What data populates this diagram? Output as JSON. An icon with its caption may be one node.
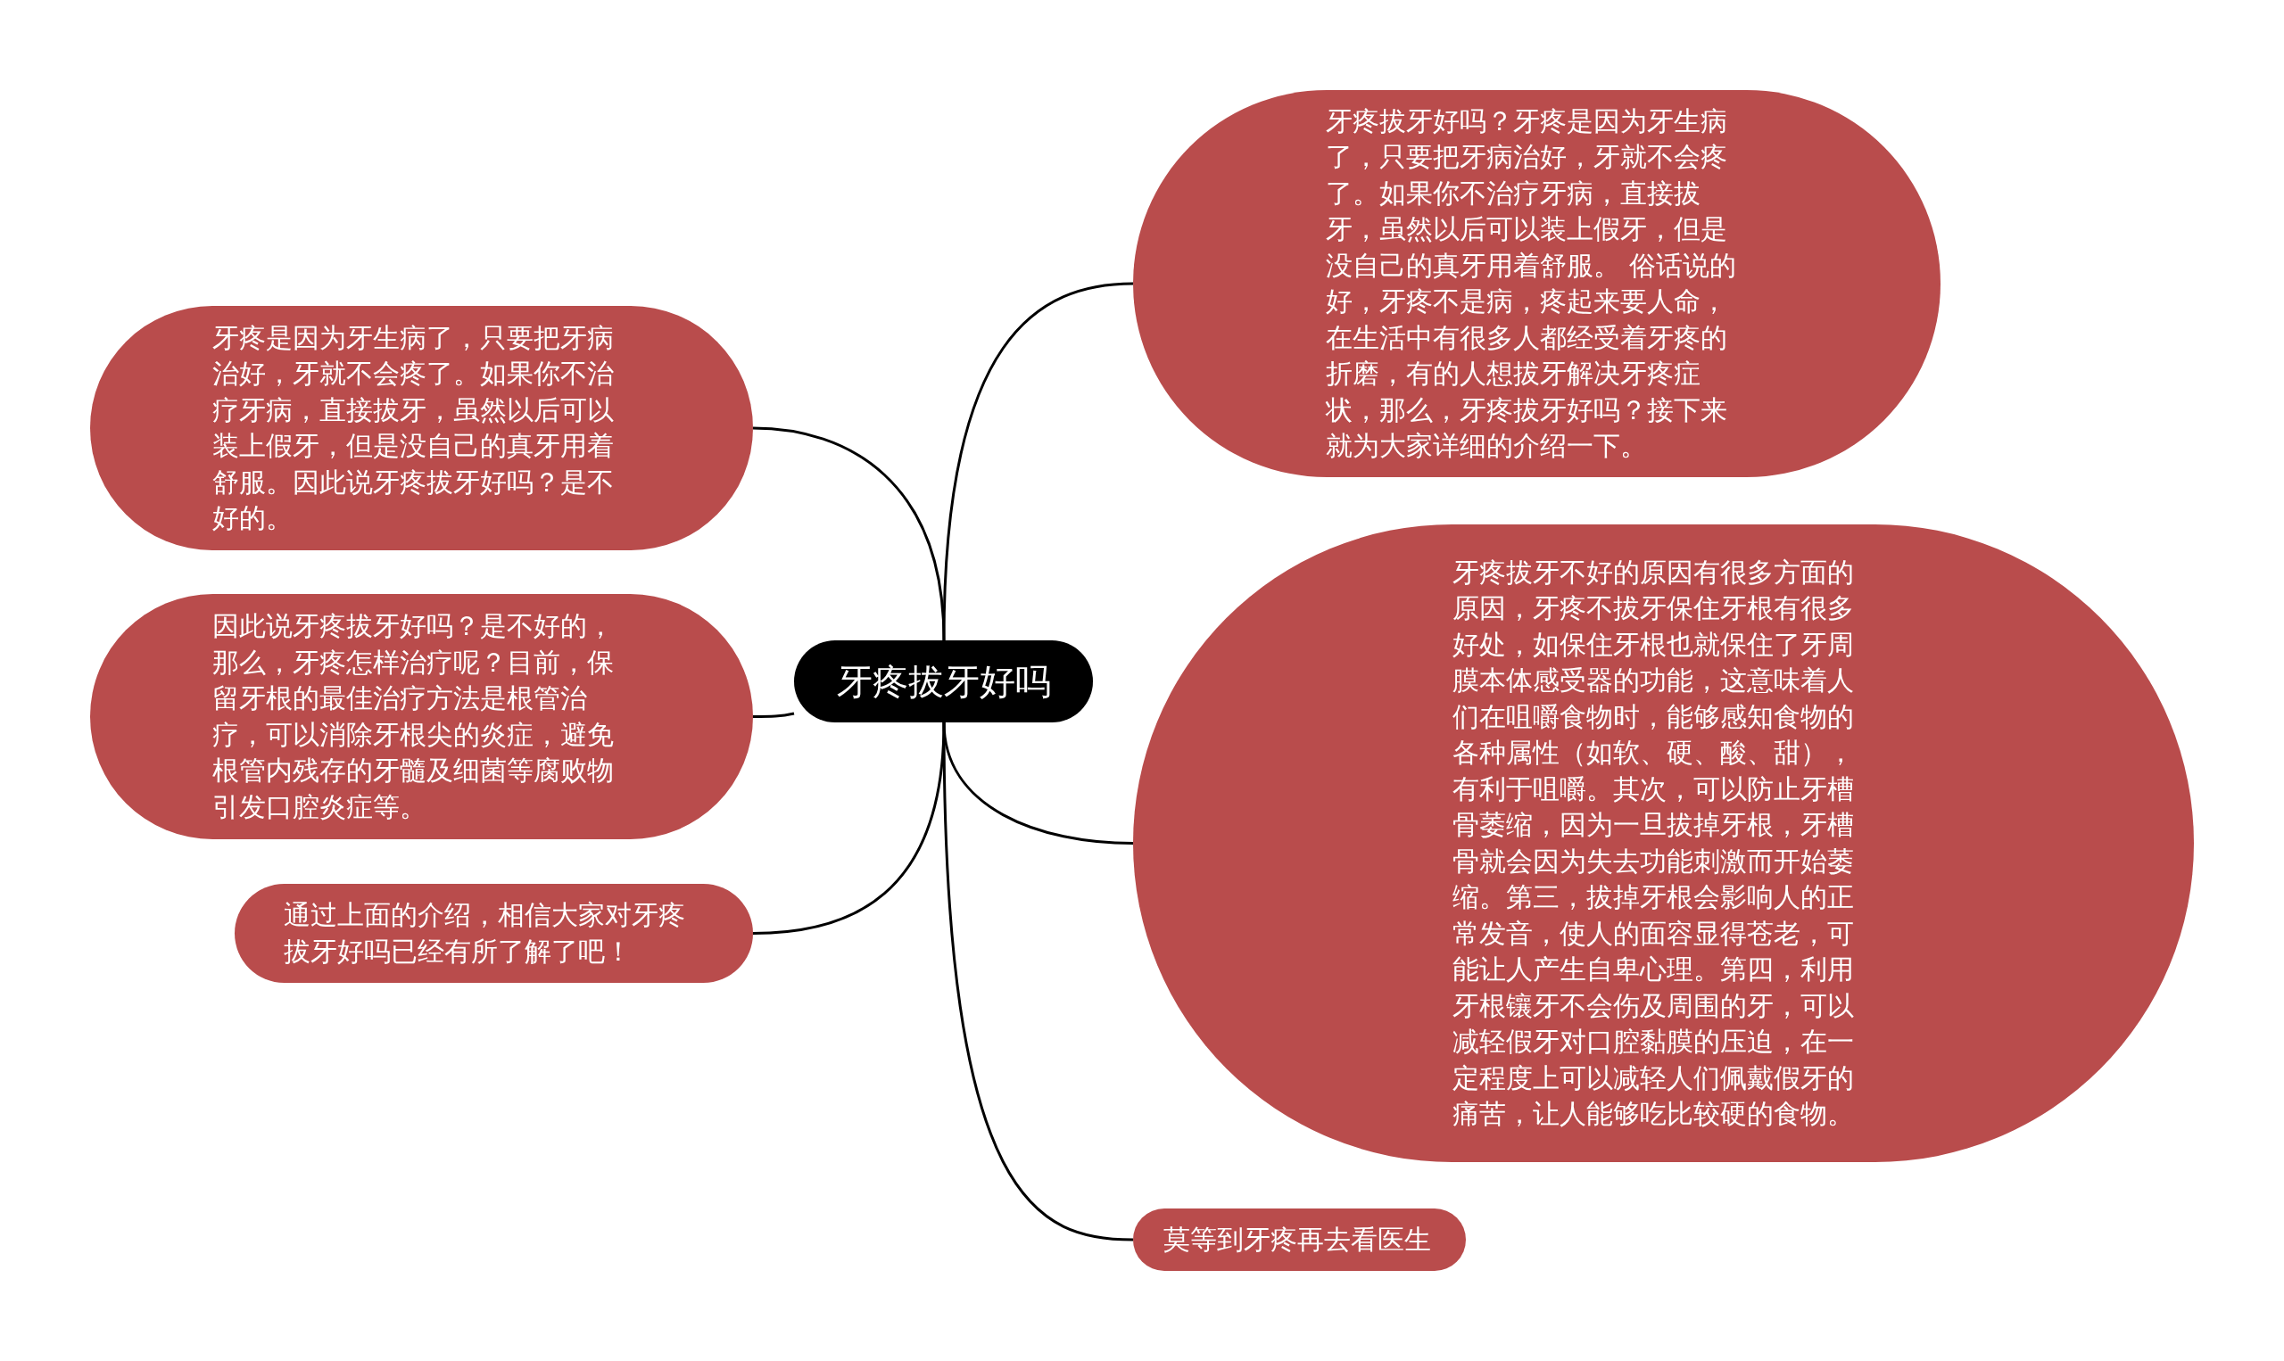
{
  "diagram": {
    "nodes": [
      {
        "text": [
          "牙疼拔牙好吗"
        ]
      },
      {
        "text": [
          "牙疼拔牙好吗？牙疼是因为牙生病了，只要把牙病治好，牙就不会疼了。如果你不治疗牙病，直接拔牙，虽然以后可以装上假牙，但是没自己的真牙用着舒服。 俗话说的好，牙疼不是病，疼起来要人命，在生活中有很多人都经受着牙疼的折磨，有的人想拔牙解决牙疼症状，那么，牙疼拔牙好吗？接下来就为大家详细的介绍一下。"
        ]
      },
      {
        "text": [
          "牙疼拔牙不好的原因有很多方面的原因，牙疼不拔牙保住牙根有很多好处，如保住牙根也就保住了牙周膜本体感受器的功能，这意味着人们在咀嚼食物时，能够感知食物的各种属性（如软、硬、酸、甜），有利于咀嚼。其次，可以防止牙槽骨萎缩，因为一旦拔掉牙根，牙槽骨就会因为失去功能刺激而开始萎缩。第三，拔掉牙根会影响人的正常发音，使人的面容显得苍老，可能让人产生自卑心理。第四，利用牙根镶牙不会伤及周围的牙，可以减轻假牙对口腔黏膜的压迫，在一定程度上可以减轻人们佩戴假牙的痛苦，让人能够吃比较硬的食物。"
        ]
      },
      {
        "text": [
          "莫等到牙疼再去看医生"
        ]
      },
      {
        "text": [
          "牙疼是因为牙生病了，只要把牙病治好，牙就不会疼了。如果你不治疗牙病，直接拔牙，虽然以后可以装上假牙，但是没自己的真牙用着舒服。因此说牙疼拔牙好吗？是不好的。"
        ]
      },
      {
        "text": [
          "因此说牙疼拔牙好吗？是不好的，那么，牙疼怎样治疗呢？目前，保留牙根的最佳治疗方法是根管治疗，可以消除牙根尖的炎症，避免根管内残存的牙髓及细菌等腐败物引发口腔炎症等。"
        ]
      },
      {
        "text": [
          "通过上面的介绍，相信大家对牙疼拔牙好吗已经有所了解了吧！"
        ]
      }
    ],
    "edges": [
      {
        "from": 0,
        "to": 1,
        "arrow": "none"
      },
      {
        "from": 0,
        "to": 2,
        "arrow": "none"
      },
      {
        "from": 0,
        "to": 3,
        "arrow": "none"
      },
      {
        "from": 0,
        "to": 4,
        "arrow": "none"
      },
      {
        "from": 0,
        "to": 5,
        "arrow": "none"
      },
      {
        "from": 0,
        "to": 6,
        "arrow": "none"
      }
    ]
  }
}
